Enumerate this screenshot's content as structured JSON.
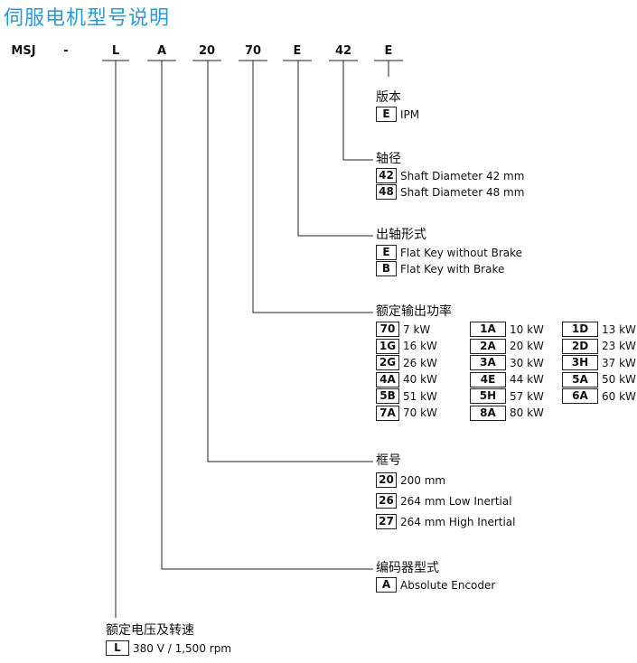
{
  "title": "伺服电机型号说明",
  "model_codes": {
    "prefix": "MSJ",
    "dash": "-",
    "voltage": "L",
    "encoder": "A",
    "frame": "20",
    "power": "70",
    "shaft_form": "E",
    "shaft_diameter": "42",
    "version": "E"
  },
  "sections": {
    "version": {
      "heading": "版本",
      "options": [
        {
          "code": "E",
          "desc": "IPM"
        }
      ]
    },
    "shaft_diameter": {
      "heading": "轴径",
      "options": [
        {
          "code": "42",
          "desc": "Shaft Diameter 42 mm"
        },
        {
          "code": "48",
          "desc": "Shaft Diameter 48 mm"
        }
      ]
    },
    "shaft_form": {
      "heading": "出轴形式",
      "options": [
        {
          "code": "E",
          "desc": "Flat Key without Brake"
        },
        {
          "code": "B",
          "desc": "Flat Key with Brake"
        }
      ]
    },
    "power": {
      "heading": "额定输出功率",
      "rows": [
        [
          {
            "code": "70",
            "desc": "7 kW"
          },
          {
            "code": "1A",
            "desc": "10 kW"
          },
          {
            "code": "1D",
            "desc": "13 kW"
          }
        ],
        [
          {
            "code": "1G",
            "desc": "16 kW"
          },
          {
            "code": "2A",
            "desc": "20 kW"
          },
          {
            "code": "2D",
            "desc": "23 kW"
          }
        ],
        [
          {
            "code": "2G",
            "desc": "26 kW"
          },
          {
            "code": "3A",
            "desc": "30 kW"
          },
          {
            "code": "3H",
            "desc": "37 kW"
          }
        ],
        [
          {
            "code": "4A",
            "desc": "40 kW"
          },
          {
            "code": "4E",
            "desc": "44 kW"
          },
          {
            "code": "5A",
            "desc": "50 kW"
          }
        ],
        [
          {
            "code": "5B",
            "desc": "51 kW"
          },
          {
            "code": "5H",
            "desc": "57 kW"
          },
          {
            "code": "6A",
            "desc": "60 kW"
          }
        ],
        [
          {
            "code": "7A",
            "desc": "70 kW"
          },
          {
            "code": "8A",
            "desc": "80 kW"
          }
        ]
      ]
    },
    "frame": {
      "heading": "框号",
      "options": [
        {
          "code": "20",
          "desc": "200 mm"
        },
        {
          "code": "26",
          "desc": "264 mm Low Inertial"
        },
        {
          "code": "27",
          "desc": "264 mm High Inertial"
        }
      ]
    },
    "encoder": {
      "heading": "编码器型式",
      "options": [
        {
          "code": "A",
          "desc": "Absolute Encoder"
        }
      ]
    },
    "voltage": {
      "heading": "额定电压及转速",
      "options": [
        {
          "code": "L",
          "desc": "380 V / 1,500 rpm"
        }
      ]
    }
  }
}
